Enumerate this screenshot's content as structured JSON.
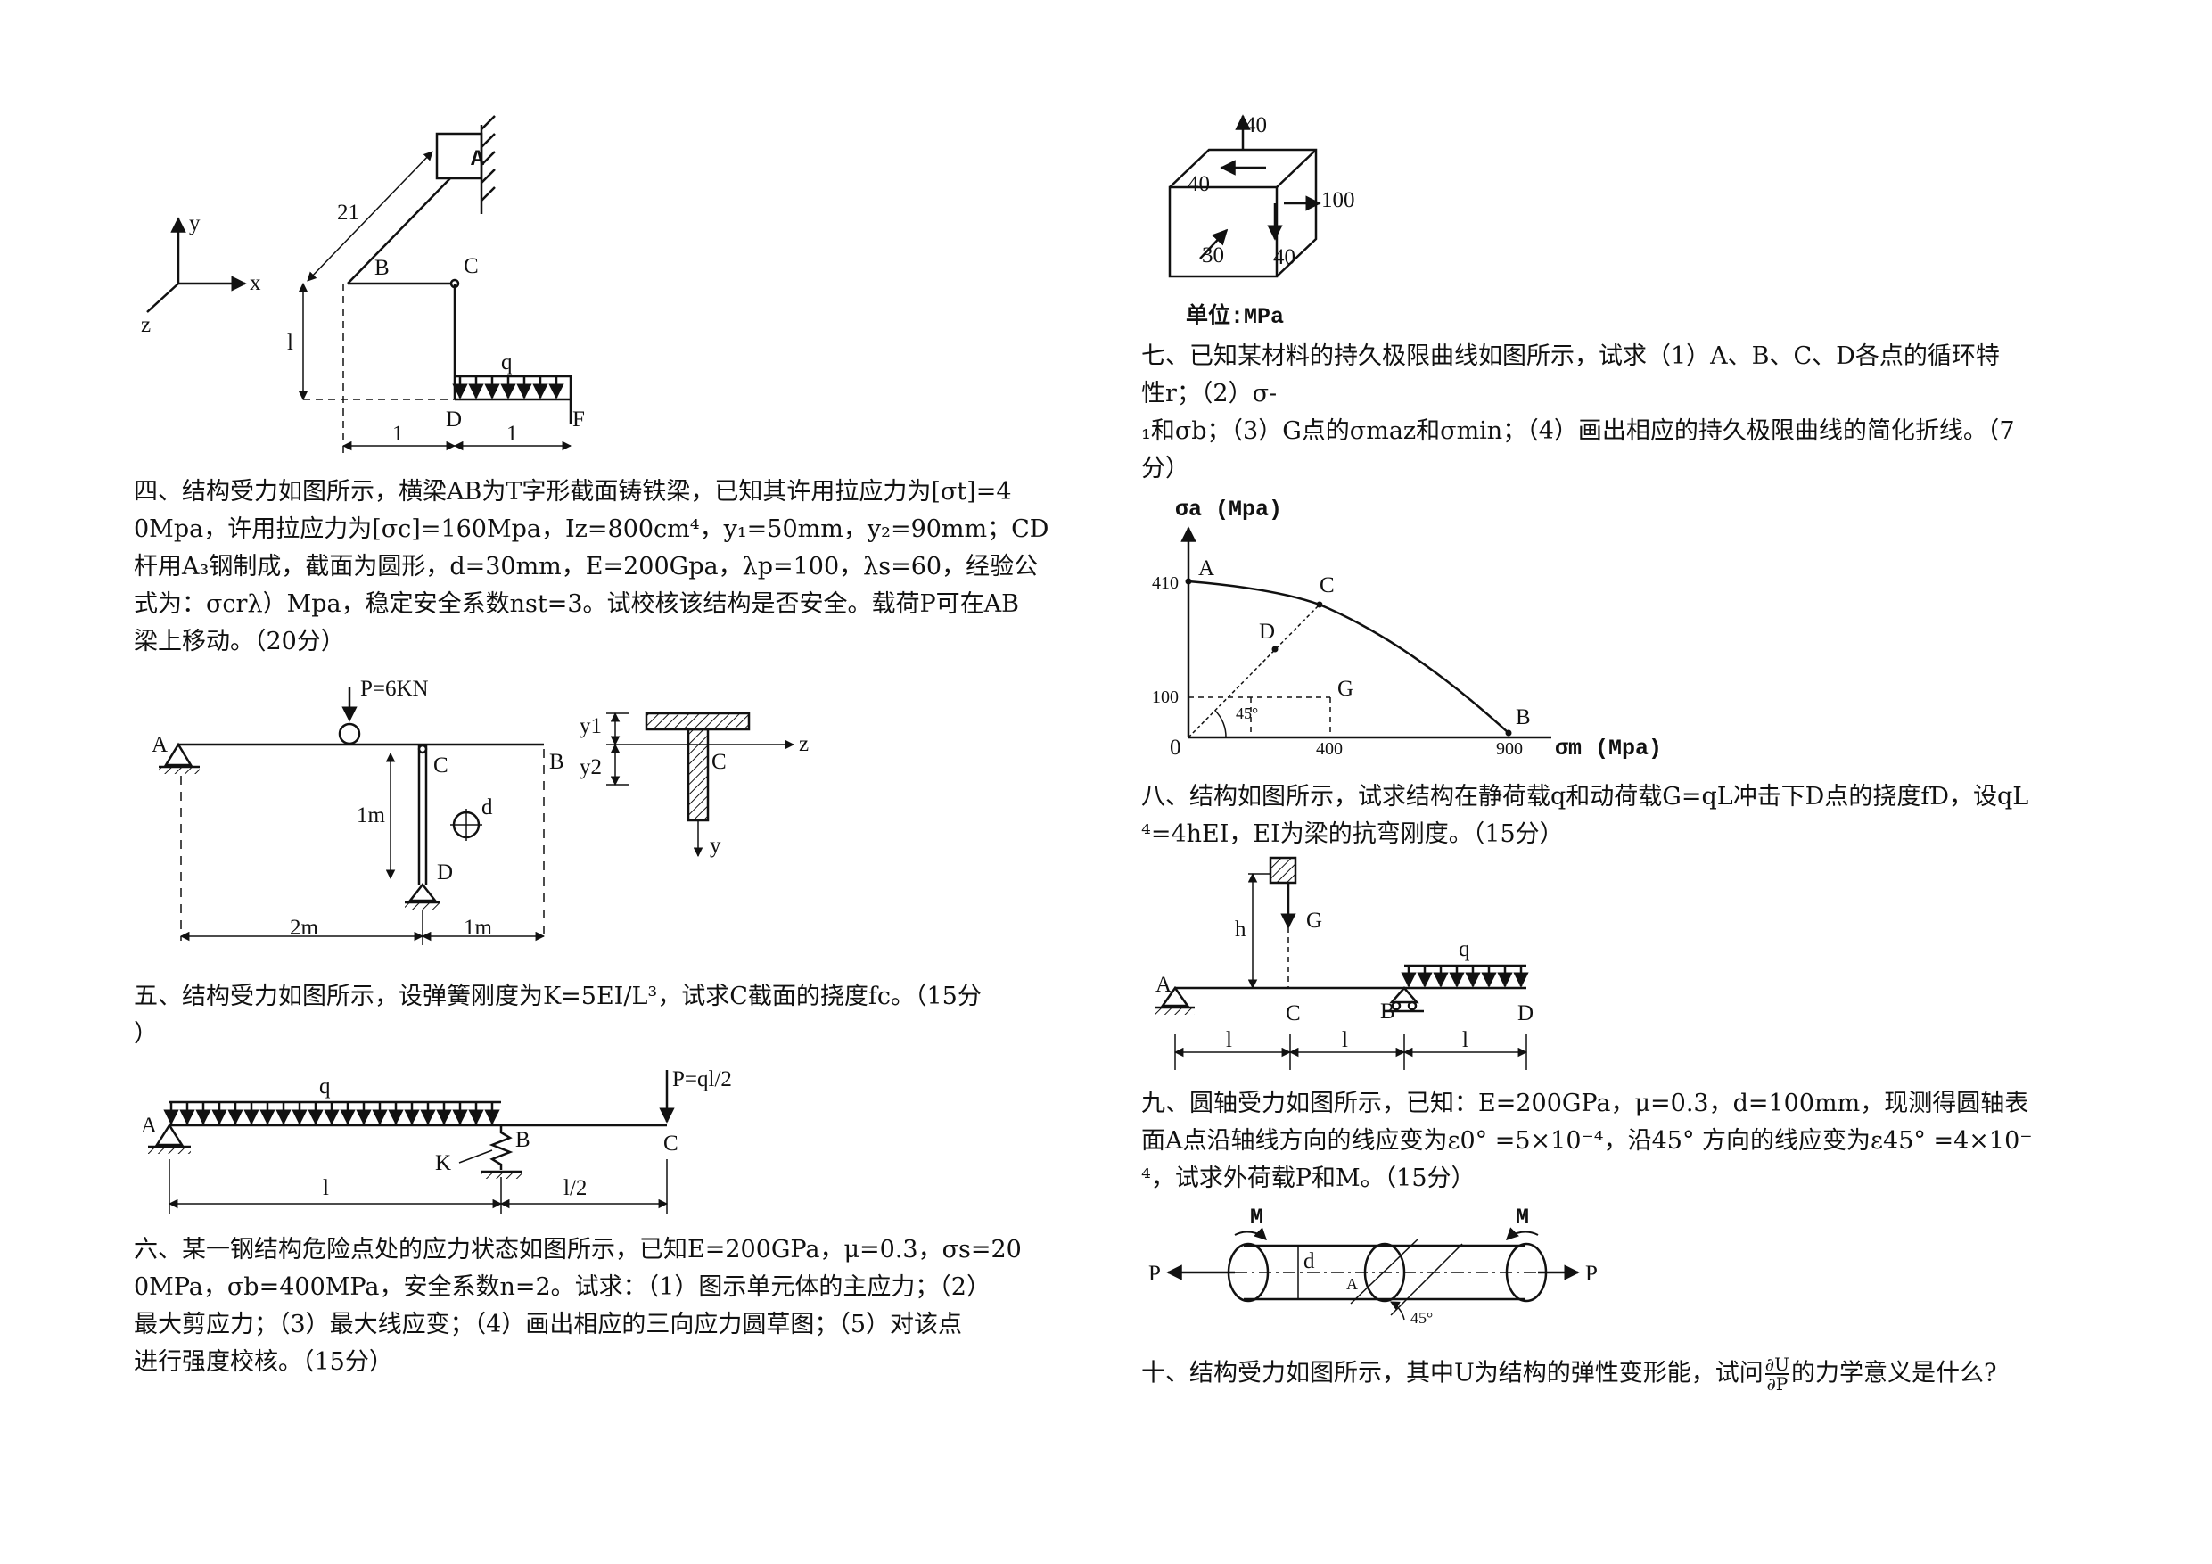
{
  "q4": {
    "l1": "四、结构受力如图所示，横梁AB为T字形截面铸铁梁，已知其许用拉应力为[σt]=4",
    "l2": "0Mpa，许用拉应力为[σc]=160Mpa，Iz=800cm⁴，y₁=50mm，y₂=90mm；CD",
    "l3": "杆用A₃钢制成，截面为圆形，d=30mm，E=200Gpa，λp=100，λs=60，经验公",
    "l4": "式为：σcrλ）Mpa，稳定安全系数nst=3。试校核该结构是否安全。载荷P可在AB",
    "l5": "梁上移动。（20分）"
  },
  "q5": {
    "l1": "五、结构受力如图所示，设弹簧刚度为K=5EI/L³，试求C截面的挠度fc。（15分",
    "l2": "）"
  },
  "q6": {
    "l1": "六、某一钢结构危险点处的应力状态如图所示，已知E=200GPa，μ=0.3，σs=20",
    "l2": "0MPa，σb=400MPa，安全系数n=2。试求：（1）图示单元体的主应力；（2）",
    "l3": "最大剪应力；（3）最大线应变；（4）画出相应的三向应力圆草图；（5）对该点",
    "l4": "进行强度校核。（15分）"
  },
  "q7": {
    "l1": "七、已知某材料的持久极限曲线如图所示，试求（1）A、B、C、D各点的循环特",
    "l2": "性r；（2）σ-",
    "l3": "₁和σb；（3）G点的σmaz和σmin；（4）画出相应的持久极限曲线的简化折线。（7",
    "l4": "分）"
  },
  "q8": {
    "l1": "八、结构如图所示，试求结构在静荷载q和动荷载G=qL冲击下D点的挠度fD，设qL",
    "l2": "⁴=4hEI，EI为梁的抗弯刚度。（15分）"
  },
  "q9": {
    "l1": "九、圆轴受力如图所示，已知：E=200GPa，μ=0.3，d=100mm，现测得圆轴表",
    "l2": "面A点沿轴线方向的线应变为ε0° =5×10⁻⁴，沿45° 方向的线应变为ε45° =4×10⁻",
    "l3": "⁴，试求外荷载P和M。（15分）"
  },
  "q10": {
    "pre": "十、结构受力如图所示，其中U为结构的弹性变形能，试问",
    "num": "∂U",
    "den": "∂P",
    "post": "的力学意义是什么?"
  },
  "fig_top": {
    "y": "y",
    "x": "x",
    "z": "z",
    "A": "A",
    "B": "B",
    "C": "C",
    "D": "D",
    "F": "F",
    "len21": "21",
    "l": "l",
    "l1": "1",
    "l2": "1",
    "q": "q"
  },
  "fig4": {
    "P": "P=6KN",
    "A": "A",
    "B": "B",
    "C": "C",
    "D": "D",
    "d": "d",
    "h": "1m",
    "s1": "2m",
    "s2": "1m",
    "y1": "y1",
    "y2": "y2",
    "z": "z",
    "y": "y",
    "Cc": "C"
  },
  "fig5": {
    "q": "q",
    "P": "P=ql/2",
    "A": "A",
    "B": "B",
    "C": "C",
    "K": "K",
    "s1": "l",
    "s2": "l/2"
  },
  "fig6": {
    "v40a": "40",
    "v40b": "40",
    "v100": "100",
    "v40c": "40",
    "v30": "30",
    "unit": "单位:MPa"
  },
  "fig7": {
    "ylabel": "σa (Mpa)",
    "xlabel": "σm (Mpa)",
    "A": "A",
    "B": "B",
    "C": "C",
    "D": "D",
    "G": "G",
    "y410": "410",
    "y100": "100",
    "x400": "400",
    "x900": "900",
    "o": "0",
    "ang": "45°"
  },
  "fig8": {
    "G": "G",
    "h": "h",
    "q": "q",
    "A": "A",
    "B": "B",
    "C": "C",
    "D": "D",
    "s1": "l",
    "s2": "l",
    "s3": "l"
  },
  "fig9": {
    "P1": "P",
    "P2": "P",
    "M1": "M",
    "M2": "M",
    "d": "d",
    "A": "A",
    "ang": "45°"
  }
}
